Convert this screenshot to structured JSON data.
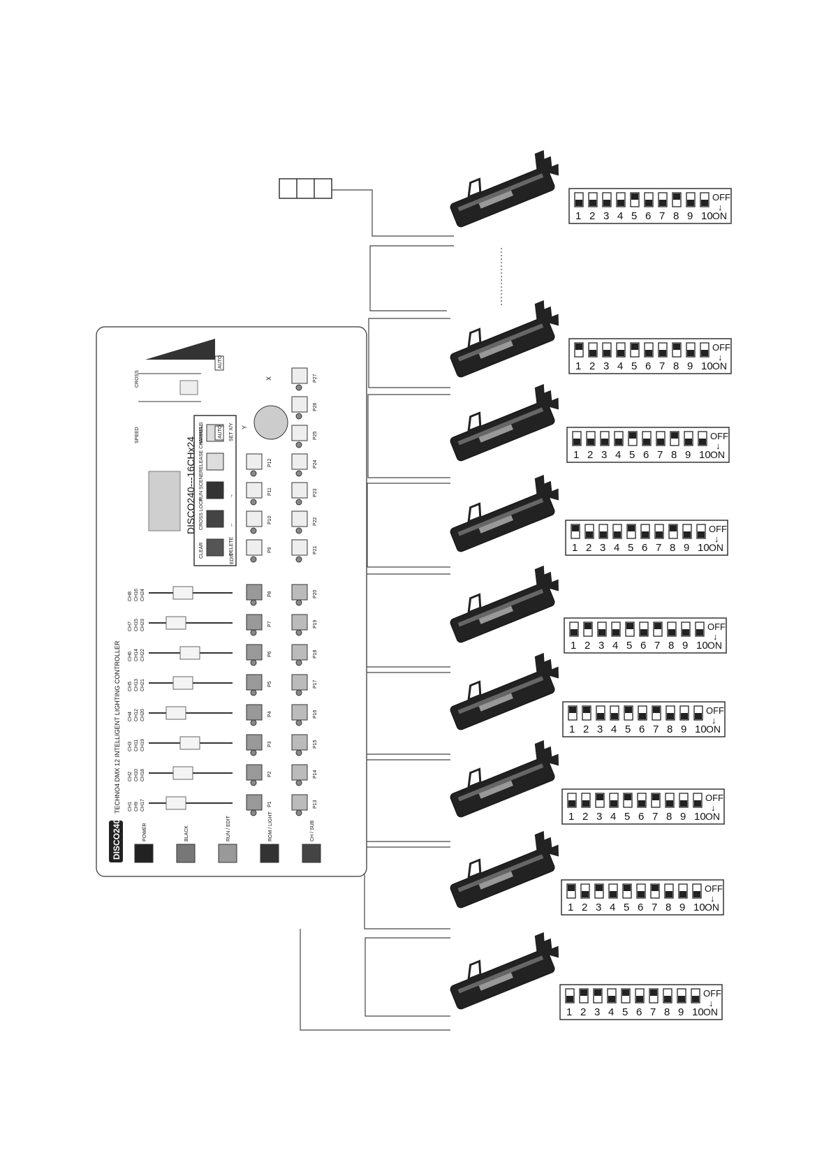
{
  "controller": {
    "brand": "DISCO240",
    "subtitle": "TECHNO4 DMX 12 INTELLIGENT LIGHTING CONTROLLER",
    "model_display": "DISCO240---16CHx24",
    "side_labels": {
      "speed": "SPEED",
      "cross": "CROSS",
      "auto": "AUTO",
      "auto2": "AUTO",
      "x": "X",
      "y": "Y"
    },
    "fader_labels": [
      [
        "CH1",
        "CH9",
        "CH17"
      ],
      [
        "CH2",
        "CH10",
        "CH18"
      ],
      [
        "CH3",
        "CH11",
        "CH19"
      ],
      [
        "CH4",
        "CH12",
        "CH20"
      ],
      [
        "CH5",
        "CH13",
        "CH21"
      ],
      [
        "CH6",
        "CH14",
        "CH22"
      ],
      [
        "CH7",
        "CH15",
        "CH23"
      ],
      [
        "CH8",
        "CH16",
        "CH24"
      ]
    ],
    "left_buttons": [
      "POWER",
      "BLACK",
      "RUN / EDIT",
      "ROM / LIGHT",
      "CH / SUB"
    ],
    "program_buttons_row1": [
      "P1",
      "P2",
      "P3",
      "P4",
      "P5",
      "P6",
      "P7",
      "P8"
    ],
    "program_buttons_row2": [
      "P13",
      "P14",
      "P15",
      "P16",
      "P17",
      "P18",
      "P19",
      "P20"
    ],
    "function_buttons": [
      "CLEAR",
      "CROSS LOCK",
      "RUN SCENE",
      "RELEASE CHANNELS",
      "MANUAL"
    ],
    "function_sublabels": [
      "DELETE",
      "←",
      "→",
      "",
      "SET X/Y"
    ],
    "edit_label": "EDIT",
    "program_buttons_row3": [
      "P9",
      "P10",
      "P11",
      "P12"
    ],
    "program_buttons_row4": [
      "P21",
      "P22",
      "P23",
      "P24",
      "P25",
      "P26",
      "P27"
    ]
  },
  "dip_common": {
    "numbers": [
      "1",
      "2",
      "3",
      "4",
      "5",
      "6",
      "7",
      "8",
      "9",
      "10"
    ],
    "off_label": "OFF",
    "on_label": "ON",
    "arrow": "↓"
  },
  "fixtures": [
    {
      "dip_on": [
        true,
        true,
        true,
        true,
        false,
        true,
        true,
        false,
        true,
        true
      ]
    },
    {
      "dip_on": [
        false,
        true,
        true,
        true,
        false,
        true,
        true,
        false,
        true,
        true
      ]
    },
    {
      "dip_on": [
        true,
        true,
        true,
        true,
        false,
        true,
        true,
        false,
        true,
        true
      ]
    },
    {
      "dip_on": [
        false,
        true,
        true,
        true,
        false,
        true,
        true,
        false,
        true,
        true
      ]
    },
    {
      "dip_on": [
        true,
        false,
        true,
        true,
        false,
        true,
        false,
        true,
        true,
        true
      ]
    },
    {
      "dip_on": [
        false,
        false,
        true,
        true,
        false,
        true,
        false,
        true,
        true,
        true
      ]
    },
    {
      "dip_on": [
        true,
        true,
        false,
        true,
        false,
        true,
        false,
        true,
        true,
        true
      ]
    },
    {
      "dip_on": [
        false,
        true,
        false,
        true,
        false,
        true,
        false,
        true,
        true,
        true
      ]
    },
    {
      "dip_on": [
        true,
        false,
        false,
        true,
        false,
        true,
        false,
        true,
        true,
        true
      ]
    }
  ],
  "colors": {
    "ink": "#111111",
    "line": "#444444",
    "panel_stroke": "#555555",
    "dark_button": "#333333",
    "mid_button": "#777777",
    "light_button": "#dddddd",
    "display": "#cfcfcf"
  }
}
